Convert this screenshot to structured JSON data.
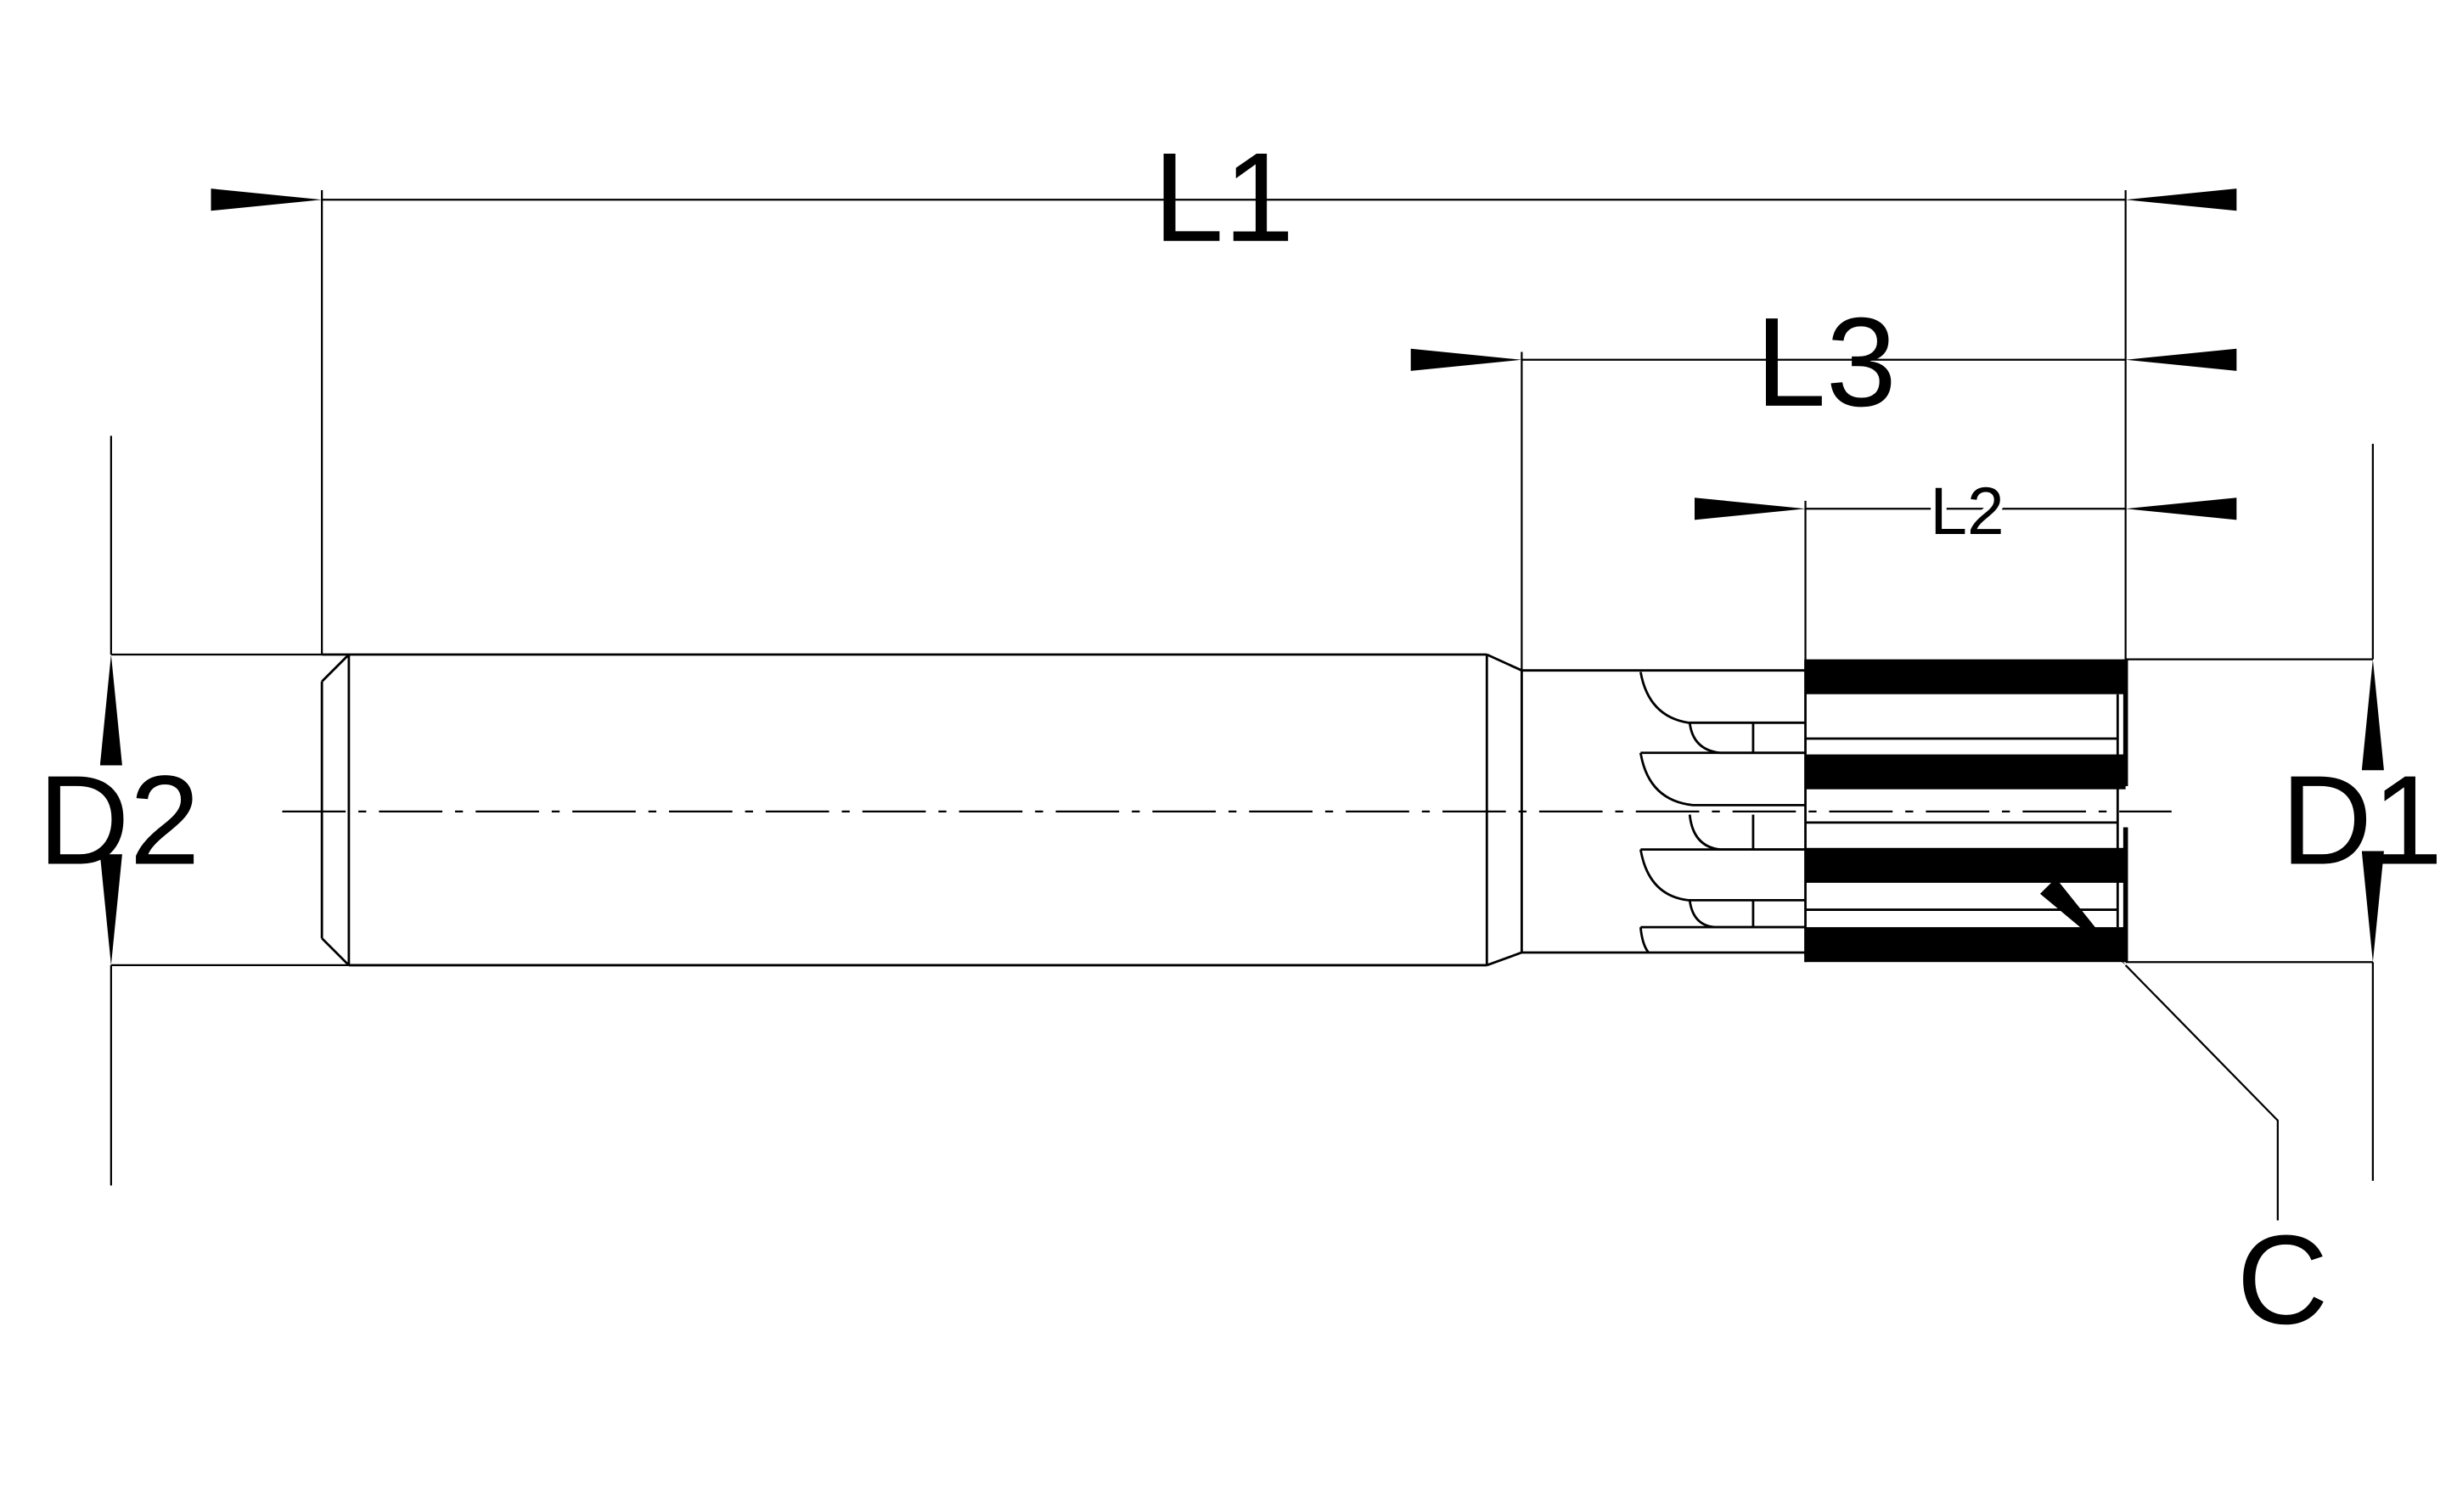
{
  "drawing": {
    "dimensions": {
      "l1": "L1",
      "l2": "L2",
      "l3": "L3",
      "d1": "D1",
      "d2": "D2",
      "c": "C"
    },
    "colors": {
      "line": "#000000",
      "background": "#ffffff"
    }
  }
}
